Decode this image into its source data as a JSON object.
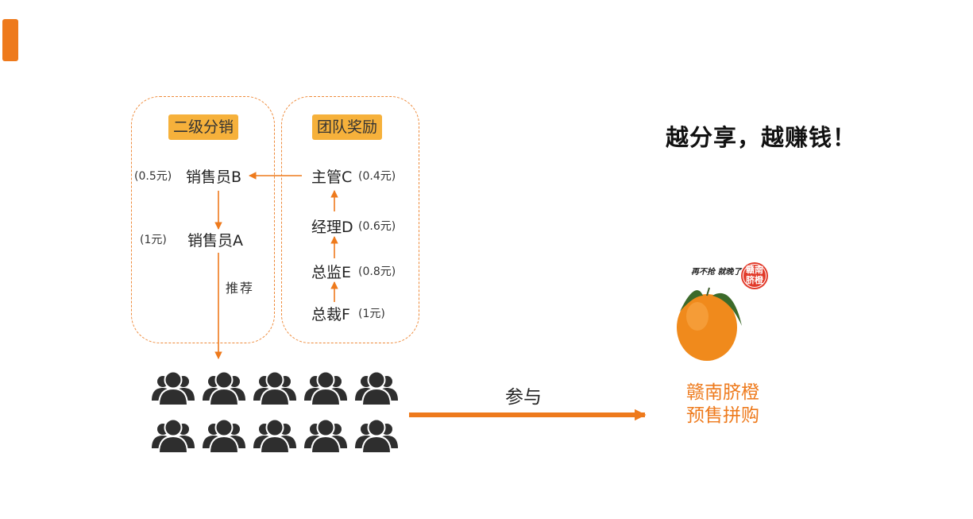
{
  "colors": {
    "accent": "#ee7a1c",
    "badge": "#f6b13b",
    "icon": "#2e2e2e",
    "orange_fruit": "#f08a1c"
  },
  "left_panel": {
    "title": "二级分销",
    "b": {
      "amount": "(0.5元)",
      "role": "销售员B"
    },
    "a": {
      "amount": "(1元)",
      "role": "销售员A"
    },
    "recommend": "推荐"
  },
  "right_panel": {
    "title": "团队奖励",
    "c": {
      "role": "主管C",
      "amount": "(0.4元)"
    },
    "d": {
      "role": "经理D",
      "amount": "(0.6元)"
    },
    "e": {
      "role": "总监E",
      "amount": "(0.8元)"
    },
    "f": {
      "role": "总裁F",
      "amount": "(1元)"
    }
  },
  "slogan": "越分享，越赚钱！",
  "join_label": "参与",
  "product": {
    "tagline": "再不抢 就晚了",
    "badge_line1": "赣南",
    "badge_line2": "脐橙",
    "name_line1": "赣南脐橙",
    "name_line2": "预售拼购"
  },
  "crowd": {
    "icon": "people-group-icon",
    "rows": 2,
    "per_row": 5
  }
}
